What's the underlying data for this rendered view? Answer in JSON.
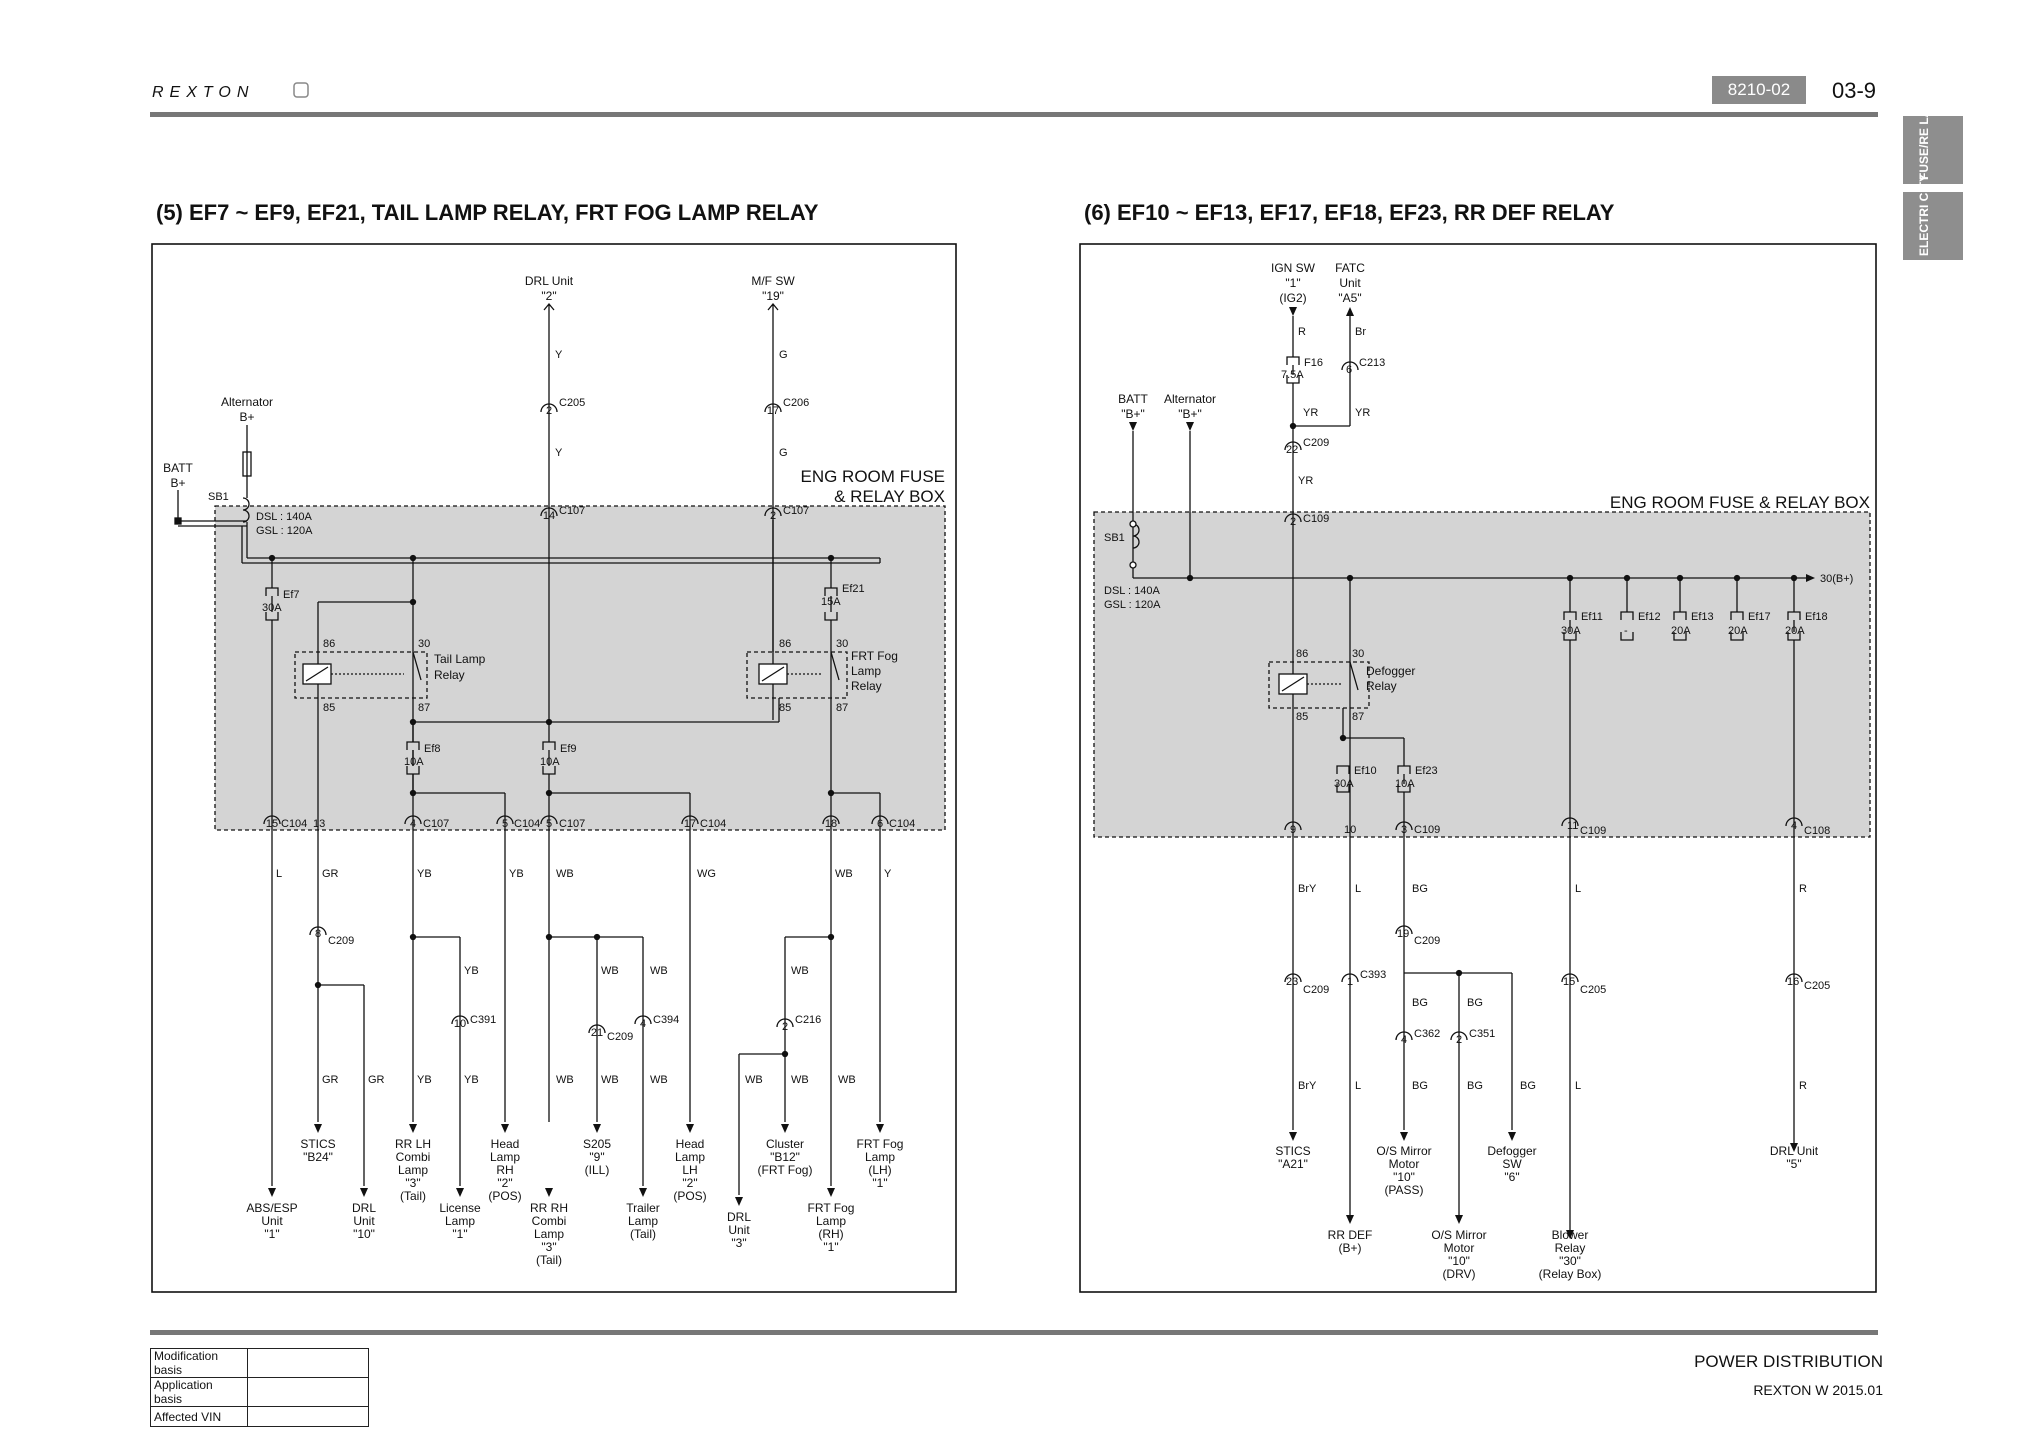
{
  "header": {
    "brand": "REXTON",
    "code": "8210-02",
    "page": "03-9"
  },
  "side_tabs": [
    {
      "label": "FUSE/RE LAY"
    },
    {
      "label": "ELECTRI CITY"
    }
  ],
  "footer": {
    "title": "POWER DISTRIBUTION",
    "subtitle": "REXTON W 2015.01",
    "table": [
      {
        "label": "Modification basis",
        "value": ""
      },
      {
        "label": "Application basis",
        "value": ""
      },
      {
        "label": "Affected VIN",
        "value": ""
      }
    ]
  },
  "diagram_left": {
    "title": "(5) EF7 ~ EF9, EF21, TAIL LAMP RELAY, FRT FOG LAMP RELAY",
    "box_label": [
      "ENG ROOM FUSE",
      "& RELAY BOX"
    ],
    "sources": {
      "drl": [
        "DRL Unit",
        "\"2\""
      ],
      "mf": [
        "M/F SW",
        "\"19\""
      ],
      "alternator": [
        "Alternator",
        "B+"
      ],
      "batt": [
        "BATT",
        "B+"
      ]
    },
    "sb1": "SB1",
    "sb1_rating": [
      "DSL : 140A",
      "GSL : 120A"
    ],
    "fuses": {
      "ef7": [
        "Ef7",
        "30A"
      ],
      "ef8": [
        "Ef8",
        "10A"
      ],
      "ef9": [
        "Ef9",
        "10A"
      ],
      "ef21": [
        "Ef21",
        "15A"
      ]
    },
    "relays": {
      "tail": [
        "Tail Lamp",
        "Relay"
      ],
      "fog": [
        "FRT Fog",
        "Lamp",
        "Relay"
      ]
    },
    "pins": [
      "86",
      "30",
      "85",
      "87"
    ],
    "connectors": {
      "c205": "C205",
      "c206": "C206",
      "c107": "C107",
      "c104": "C104",
      "c209": "C209",
      "c391": "C391",
      "c394": "C394",
      "c216": "C216"
    },
    "pin_numbers": {
      "p2": "2",
      "p17": "17",
      "p14": "14",
      "p15": "15",
      "p13": "13",
      "p4": "4",
      "p5": "5",
      "p18": "18",
      "p6": "6",
      "p8": "8",
      "p10": "10",
      "p21": "21"
    },
    "wires": {
      "Y": "Y",
      "G": "G",
      "L": "L",
      "GR": "GR",
      "YB": "YB",
      "WB": "WB",
      "WG": "WG"
    },
    "destinations": {
      "abs": [
        "ABS/ESP",
        "Unit",
        "\"1\""
      ],
      "stics": [
        "STICS",
        "\"B24\""
      ],
      "drl10": [
        "DRL",
        "Unit",
        "\"10\""
      ],
      "rrlh": [
        "RR LH",
        "Combi",
        "Lamp",
        "\"3\"",
        "(Tail)"
      ],
      "license": [
        "License",
        "Lamp",
        "\"1\""
      ],
      "hlrh": [
        "Head",
        "Lamp",
        "RH",
        "\"2\"",
        "(POS)"
      ],
      "rrrh": [
        "RR RH",
        "Combi",
        "Lamp",
        "\"3\"",
        "(Tail)"
      ],
      "s205": [
        "S205",
        "\"9\"",
        "(ILL)"
      ],
      "trailer": [
        "Trailer",
        "Lamp",
        "(Tail)"
      ],
      "hllh": [
        "Head",
        "Lamp",
        "LH",
        "\"2\"",
        "(POS)"
      ],
      "drl3": [
        "DRL",
        "Unit",
        "\"3\""
      ],
      "cluster": [
        "Cluster",
        "\"B12\"",
        "(FRT Fog)"
      ],
      "fogrh": [
        "FRT Fog",
        "Lamp",
        "(RH)",
        "\"1\""
      ],
      "foglh": [
        "FRT Fog",
        "Lamp",
        "(LH)",
        "\"1\""
      ]
    }
  },
  "diagram_right": {
    "title": "(6) EF10 ~ EF13, EF17, EF18, EF23, RR DEF RELAY",
    "box_label": "ENG ROOM FUSE & RELAY BOX",
    "sources": {
      "ign": [
        "IGN SW",
        "\"1\"",
        "(IG2)"
      ],
      "fatc": [
        "FATC",
        "Unit",
        "\"A5\""
      ],
      "batt": [
        "BATT",
        "\"B+\""
      ],
      "alternator": [
        "Alternator",
        "\"B+\""
      ]
    },
    "bus_label": "30(B+)",
    "sb1": "SB1",
    "sb1_rating": [
      "DSL : 140A",
      "GSL : 120A"
    ],
    "fuses": {
      "f16": [
        "F16",
        "7.5A"
      ],
      "ef10": [
        "Ef10",
        "30A"
      ],
      "ef23": [
        "Ef23",
        "10A"
      ],
      "ef11": [
        "Ef11",
        "30A"
      ],
      "ef12": [
        "Ef12",
        "-"
      ],
      "ef13": [
        "Ef13",
        "20A"
      ],
      "ef17": [
        "Ef17",
        "20A"
      ],
      "ef18": [
        "Ef18",
        "20A"
      ]
    },
    "relay": [
      "Defogger",
      "Relay"
    ],
    "pins": [
      "86",
      "30",
      "85",
      "87"
    ],
    "connectors": {
      "c213": "C213",
      "c209": "C209",
      "c109": "C109",
      "c108": "C108",
      "c393": "C393",
      "c205": "C205",
      "c362": "C362",
      "c351": "C351"
    },
    "pin_numbers": {
      "p6": "6",
      "p22": "22",
      "p2": "2",
      "p9": "9",
      "p10": "10",
      "p3": "3",
      "p11": "11",
      "p4": "4",
      "p19": "19",
      "p23": "23",
      "p1": "1",
      "p15": "15",
      "p16": "16"
    },
    "wires": {
      "R": "R",
      "Br": "Br",
      "YR": "YR",
      "BrY": "BrY",
      "L": "L",
      "BG": "BG"
    },
    "destinations": {
      "stics": [
        "STICS",
        "\"A21\""
      ],
      "rrdef": [
        "RR DEF",
        "(B+)"
      ],
      "mirror_pass": [
        "O/S Mirror",
        "Motor",
        "\"10\"",
        "(PASS)"
      ],
      "mirror_drv": [
        "O/S Mirror",
        "Motor",
        "\"10\"",
        "(DRV)"
      ],
      "defsw": [
        "Defogger",
        "SW",
        "\"6\""
      ],
      "blower": [
        "Blower",
        "Relay",
        "\"30\"",
        "(Relay Box)"
      ],
      "drl5": [
        "DRL Unit",
        "\"5\""
      ]
    }
  }
}
